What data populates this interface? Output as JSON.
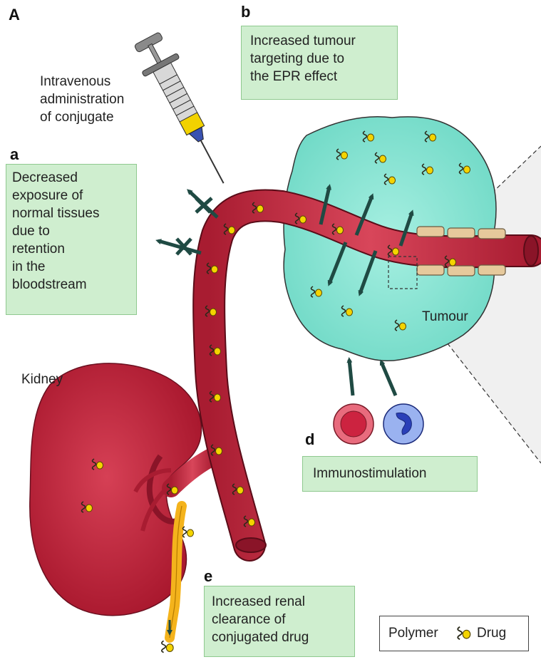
{
  "panels": {
    "A": "A",
    "a": "a",
    "b": "b",
    "d": "d",
    "e": "e"
  },
  "labels": {
    "injection": [
      "Intravenous",
      "administration",
      "of conjugate"
    ],
    "kidney": "Kidney",
    "tumour": "Tumour"
  },
  "boxes": {
    "a": [
      "Decreased",
      "exposure of",
      "normal tissues",
      "due to",
      "retention",
      "in the",
      "bloodstream"
    ],
    "b": [
      "Increased tumour",
      "targeting due to",
      "the EPR effect"
    ],
    "d": [
      "Immunostimulation"
    ],
    "e": [
      "Increased renal",
      "clearance of",
      "conjugated drug"
    ]
  },
  "legend": {
    "polymer": "Polymer",
    "drug": "Drug",
    "icon": "polymer-drug-conjugate-icon"
  },
  "colors": {
    "vessel": "#c8283f",
    "vessel_dark": "#8a1428",
    "kidney": "#c4203a",
    "tumour": "#8ee4d4",
    "box_fill": "#cfeecf",
    "arrow": "#1f4a43",
    "ureter": "#f4b31c",
    "drug": "#f4d400"
  }
}
